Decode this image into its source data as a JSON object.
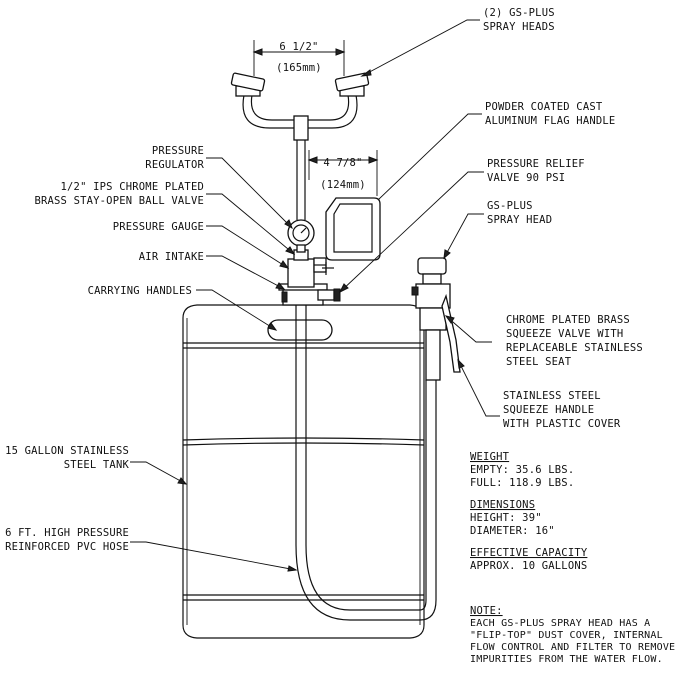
{
  "callouts": {
    "spray_heads": [
      "(2) GS-PLUS",
      "SPRAY HEADS"
    ],
    "width_dim": [
      "6 1/2\"",
      "(165mm)"
    ],
    "flag_handle": [
      "POWDER COATED CAST",
      "ALUMINUM FLAG HANDLE"
    ],
    "pressure_regulator": [
      "PRESSURE",
      "REGULATOR"
    ],
    "ball_valve": [
      "1/2\" IPS CHROME PLATED",
      "BRASS STAY-OPEN BALL VALVE"
    ],
    "offset_dim": [
      "4 7/8\"",
      "(124mm)"
    ],
    "pressure_relief": [
      "PRESSURE RELIEF",
      "VALVE 90 PSI"
    ],
    "pressure_gauge": "PRESSURE GAUGE",
    "spray_head": [
      "GS-PLUS",
      "SPRAY HEAD"
    ],
    "air_intake": "AIR INTAKE",
    "carrying_handles": "CARRYING HANDLES",
    "squeeze_valve": [
      "CHROME PLATED BRASS",
      "SQUEEZE VALVE WITH",
      "REPLACEABLE STAINLESS",
      "STEEL SEAT"
    ],
    "squeeze_handle": [
      "STAINLESS STEEL",
      "SQUEEZE HANDLE",
      "WITH PLASTIC COVER"
    ],
    "tank": [
      "15 GALLON STAINLESS",
      "STEEL TANK"
    ],
    "hose": [
      "6 FT. HIGH PRESSURE",
      "REINFORCED PVC HOSE"
    ]
  },
  "specs": {
    "weight": {
      "heading": "WEIGHT",
      "lines": [
        "EMPTY: 35.6 LBS.",
        "FULL: 118.9 LBS."
      ]
    },
    "dimensions": {
      "heading": "DIMENSIONS",
      "lines": [
        "HEIGHT: 39\"",
        "DIAMETER: 16\""
      ]
    },
    "capacity": {
      "heading": "EFFECTIVE CAPACITY",
      "lines": [
        "APPROX. 10 GALLONS"
      ]
    }
  },
  "note": {
    "heading": "NOTE:",
    "lines": [
      "EACH GS-PLUS SPRAY HEAD HAS A",
      "\"FLIP-TOP\" DUST COVER, INTERNAL",
      "FLOW CONTROL AND FILTER TO REMOVE",
      "IMPURITIES FROM THE WATER FLOW."
    ]
  }
}
